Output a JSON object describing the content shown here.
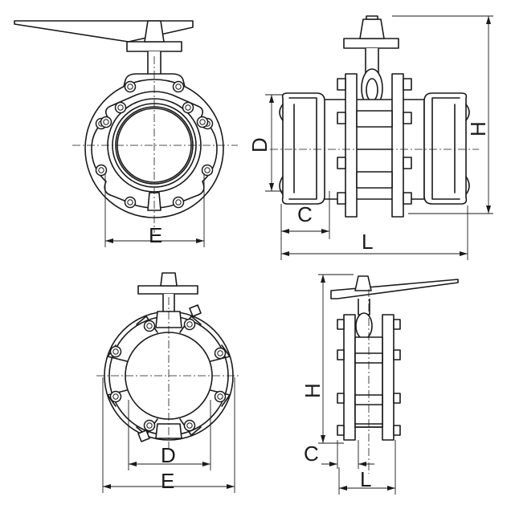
{
  "labels": {
    "top_left_e": "E",
    "top_right_d": "D",
    "top_right_c": "C",
    "top_right_l": "L",
    "top_right_h": "H",
    "bottom_left_d": "D",
    "bottom_left_e": "E",
    "bottom_right_h": "H",
    "bottom_right_c": "C",
    "bottom_right_l": "L"
  }
}
